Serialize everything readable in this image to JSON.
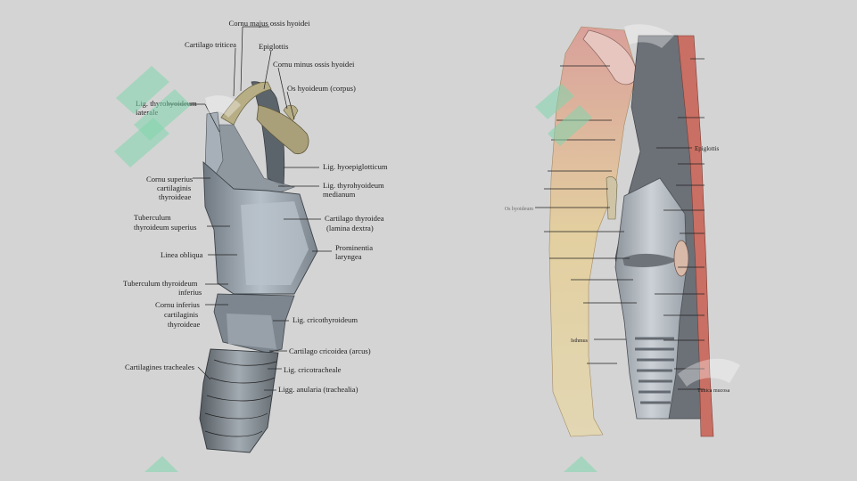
{
  "left_panel": {
    "labels": {
      "cornu_majus": "Cornu majus ossis hyoidei",
      "cartilago_triticea": "Cartilago triticea",
      "epiglottis": "Epiglottis",
      "cornu_minus": "Cornu minus ossis hyoidei",
      "os_hyoideum": "Os hyoideum (corpus)",
      "lig_thyrohyoideum_laterale_1": "Lig. thyrohyoideum",
      "lig_thyrohyoideum_laterale_2": "laterale",
      "lig_hyoepiglotticum": "Lig. hyoepiglotticum",
      "lig_thyrohyoideum_medianum_1": "Lig. thyrohyoideum",
      "lig_thyrohyoideum_medianum_2": "medianum",
      "cornu_superius_1": "Cornu superius",
      "cornu_superius_2": "cartilaginis",
      "cornu_superius_3": "thyroideae",
      "tuberculum_superius_1": "Tuberculum",
      "tuberculum_superius_2": "thyroideum superius",
      "cartilago_thyroidea_1": "Cartilago thyroidea",
      "cartilago_thyroidea_2": "(lamina dextra)",
      "prominentia_1": "Prominentia",
      "prominentia_2": "laryngea",
      "linea_obliqua": "Linea obliqua",
      "tuberculum_inferius_1": "Tuberculum thyroideum",
      "tuberculum_inferius_2": "inferius",
      "cornu_inferius_1": "Cornu inferius",
      "cornu_inferius_2": "cartilaginis",
      "cornu_inferius_3": "thyroideae",
      "lig_cricothyroideum": "Lig. cricothyroideum",
      "cartilago_cricoidea": "Cartilago cricoidea (arcus)",
      "lig_cricotracheale": "Lig. cricotracheale",
      "cartilagines_tracheales": "Cartilagines tracheales",
      "ligg_anularia": "Ligg. anularia (trachealia)"
    }
  },
  "right_panel": {
    "labels": {
      "epiglottis": "Epiglottis",
      "left_small": "Os hyoideum",
      "bottom_left": "Isthmus",
      "bottom_right": "Tunica mucosa"
    }
  },
  "colors": {
    "background": "#d4d4d4",
    "cartilage": "#9aa3ac",
    "bone": "#b8ae86",
    "watermark": "#7fd6ad"
  }
}
